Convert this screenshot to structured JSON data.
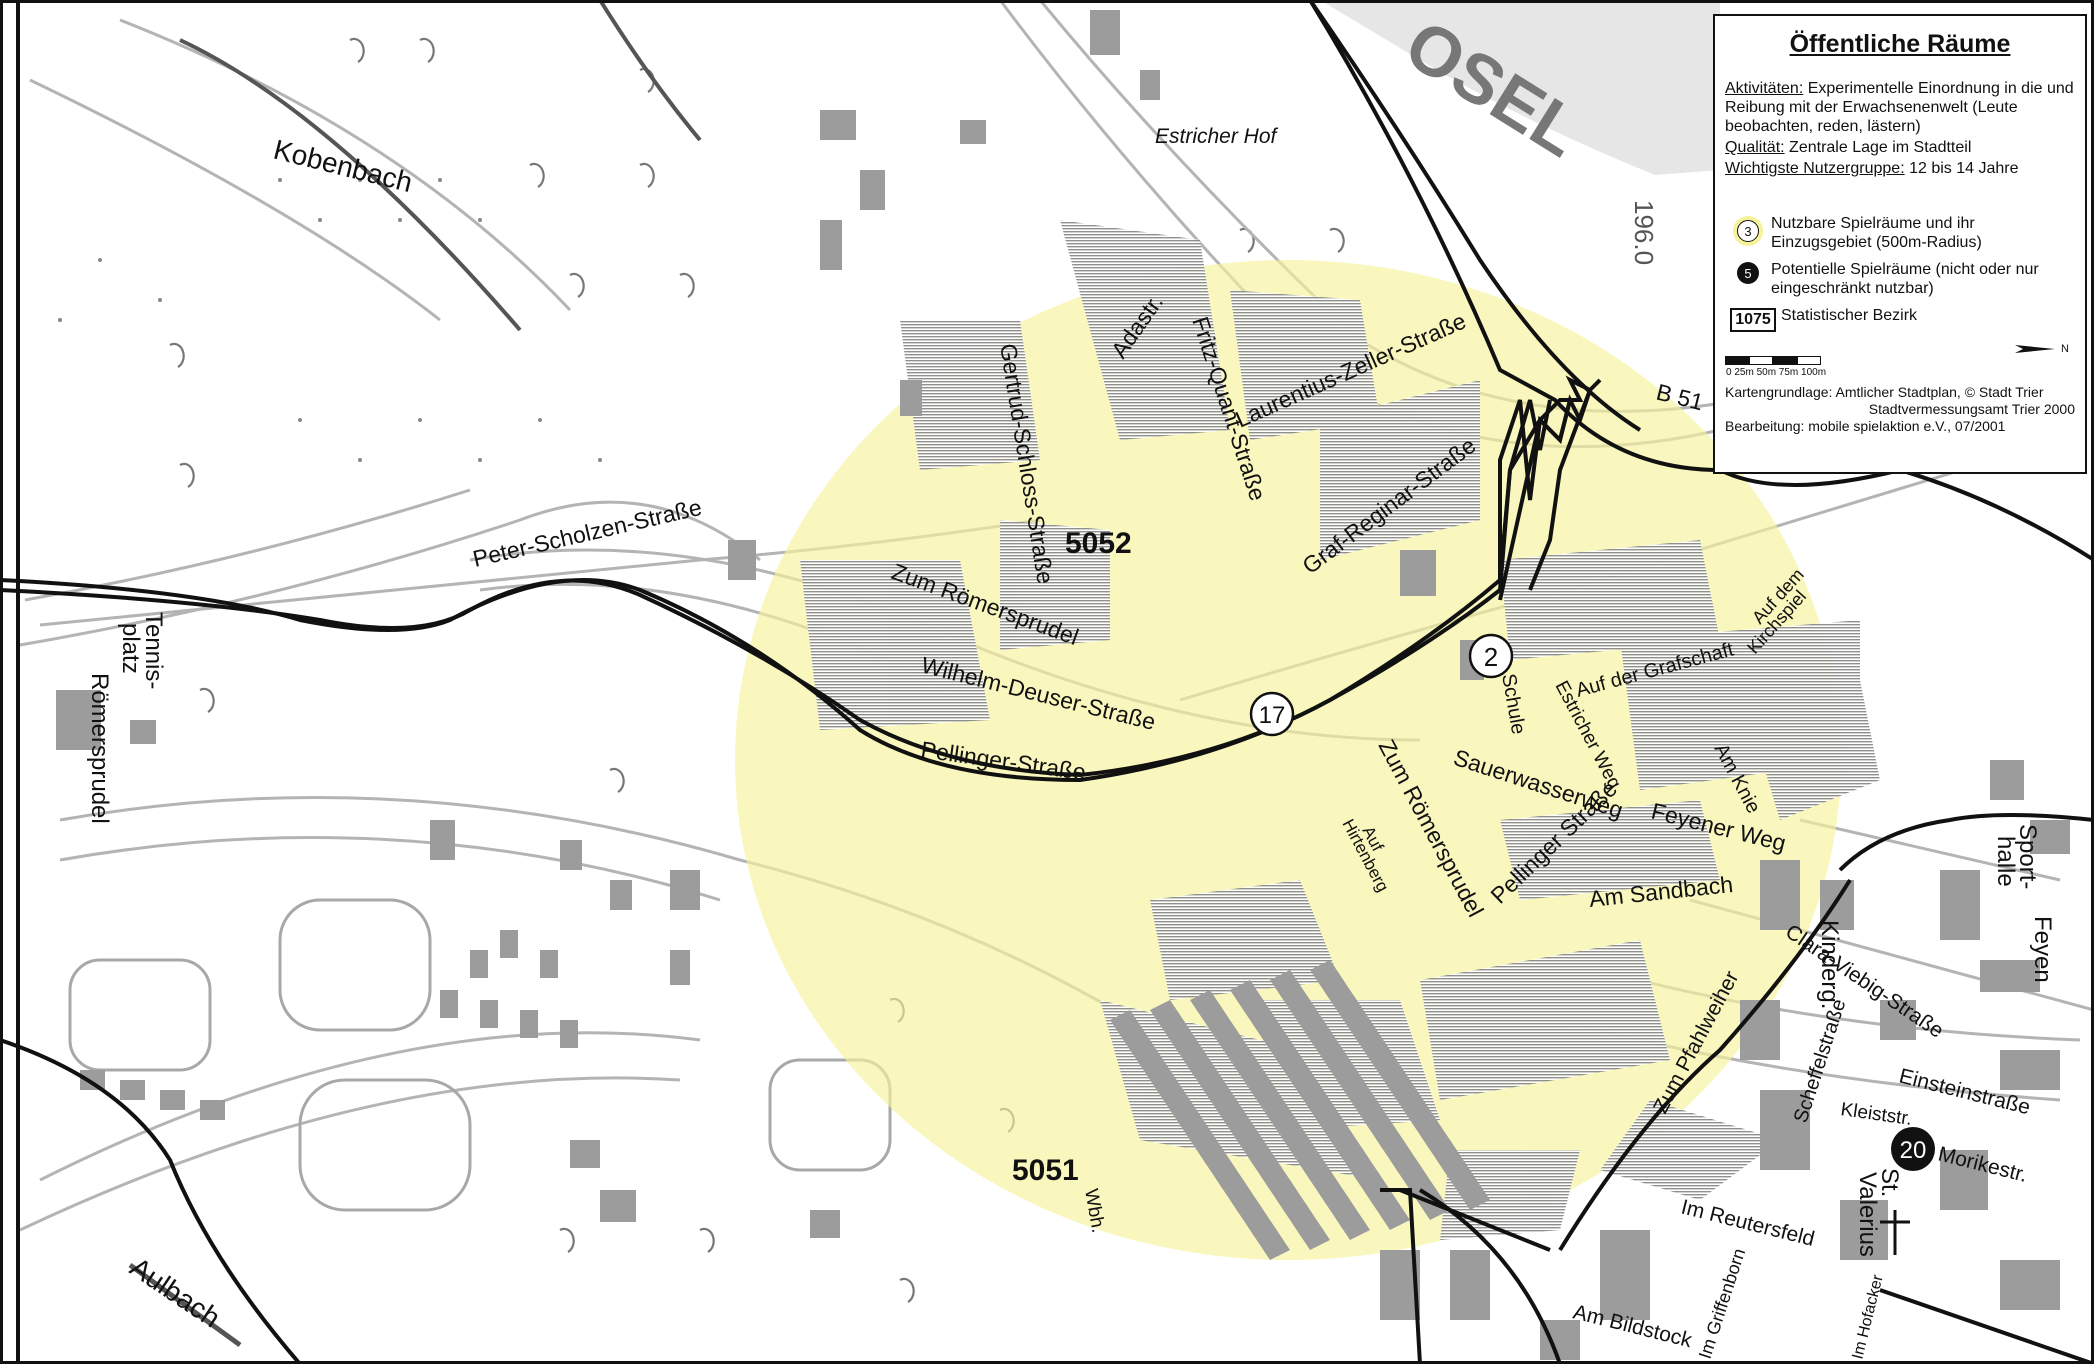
{
  "legend": {
    "title": "Öffentliche Räume",
    "activities_label": "Aktivitäten:",
    "activities_text": "Experimentelle Einordnung in die und Reibung mit der Erwachsenenwelt (Leute beobachten, reden, lästern)",
    "quality_label": "Qualität:",
    "quality_text": "Zentrale Lage im Stadtteil",
    "users_label": "Wichtigste Nutzergruppe:",
    "users_text": "12 bis 14 Jahre",
    "key_usable_num": "3",
    "key_usable_text": "Nutzbare Spielräume und ihr Einzugsgebiet (500m-Radius)",
    "key_potential_num": "5",
    "key_potential_text": "Potentielle Spielräume (nicht oder nur eingeschränkt nutzbar)",
    "key_district_num": "1075",
    "key_district_text": "Statistischer Bezirk",
    "north_label": "N",
    "scale_labels": "0  25m 50m 75m 100m",
    "credit_1": "Kartengrundlage: Amtlicher Stadtplan, © Stadt Trier",
    "credit_2": "Stadtvermessungsamt Trier 2000",
    "credit_3": "Bearbeitung: mobile spielaktion e.V., 07/2001"
  },
  "map": {
    "river_name": "OSEL",
    "river_km": "196.0",
    "districts": {
      "d5052": "5052",
      "d5051": "5051"
    },
    "markers": {
      "m2": "2",
      "m17": "17",
      "m20": "20"
    },
    "places": {
      "estricher_hof": "Estricher Hof",
      "kobenbach": "Kobenbach",
      "aulbach": "Aulbach"
    },
    "streets": {
      "peter_scholzen": "Peter-Scholzen-Straße",
      "gertrud_schloss": "Gertrud-Schloss-Straße",
      "adastr": "Adastr.",
      "fritz_quant": "Fritz-Quant-Straße",
      "laurentius": "Laurentius-Zeller-Straße",
      "graf_reginar": "Graf-Reginar-Straße",
      "zum_roemersprudel_1": "Zum Römersprudel",
      "wilhelm_deuser": "Wilhelm-Deuser-Straße",
      "pellinger_1": "Pellinger-Straße",
      "zum_roemersprudel_2": "Zum Römersprudel",
      "auf_hirtenberg_1": "Auf",
      "auf_hirtenberg_2": "Hirtenberg",
      "sauerwasserweg": "Sauerwasserweg",
      "schule": "Schule",
      "estricher_weg": "Estricher Weg",
      "auf_der_grafschaft": "Auf der Grafschaft",
      "auf_dem_kirchspiel_1": "Auf dem",
      "auf_dem_kirchspiel_2": "Kirchspiel",
      "am_knie": "Am Knie",
      "feyener_weg": "Feyener Weg",
      "pellinger_2": "Pellinger Straße",
      "am_sandbach": "Am Sandbach",
      "b51": "B 51",
      "tennis_1": "Tennis-",
      "tennis_2": "platz",
      "roemersprudel_v": "Römersprudel",
      "sport_1": "Sport-",
      "sport_2": "halle",
      "feyen": "Feyen",
      "kinderg": "Kinderg.",
      "clara_viebig": "Clara-Viebig-Straße",
      "scheffelstr": "Scheffelstraße",
      "einsteinstr": "Einsteinstraße",
      "kleiststr": "Kleiststr.",
      "morikestr": "Morikestr.",
      "st_valerius_1": "St.",
      "st_valerius_2": "Valerius",
      "im_reutersfeld": "Im Reutersfeld",
      "zum_pfahlweiher": "Zum Pfahlweiher",
      "am_bildstock": "Am Bildstock",
      "im_griffenborn": "Im Griffenborn",
      "im_hofacker": "Im Hofacker",
      "wbh": "Wbh."
    }
  },
  "colors": {
    "catchment": "#f6f29a",
    "building": "#9c9c9c",
    "road_edge": "#b4b4b4",
    "boundary": "#111111",
    "river": "#e6e6e6"
  }
}
